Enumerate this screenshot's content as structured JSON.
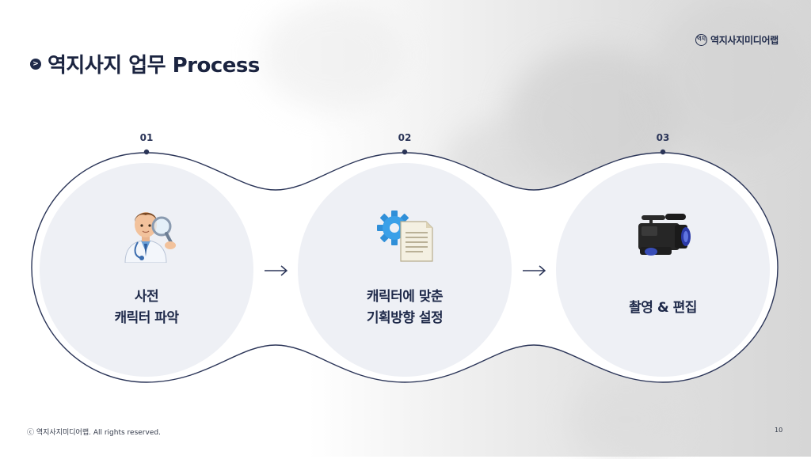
{
  "brand": {
    "logo_mark_text": "역지",
    "name": "역지사지미디어랩"
  },
  "slide": {
    "title_bullet": ">",
    "title": "역지사지 업무 Process",
    "page_number": "10"
  },
  "steps": [
    {
      "number": "01",
      "line1": "사전",
      "line2": "캐릭터 파악",
      "icon": "doctor-magnifier-icon"
    },
    {
      "number": "02",
      "line1": "캐릭터에 맞춘",
      "line2": "기획방향 설정",
      "icon": "gear-document-icon"
    },
    {
      "number": "03",
      "line1": "촬영 & 편집",
      "line2": "",
      "icon": "video-camera-icon"
    }
  ],
  "footer": {
    "copyright": "ⓒ 역지사지미디어랩. All rights reserved."
  },
  "colors": {
    "navy": "#1f2a4a",
    "circle_fill": "#eef0f5",
    "outline": "#2b3558"
  }
}
